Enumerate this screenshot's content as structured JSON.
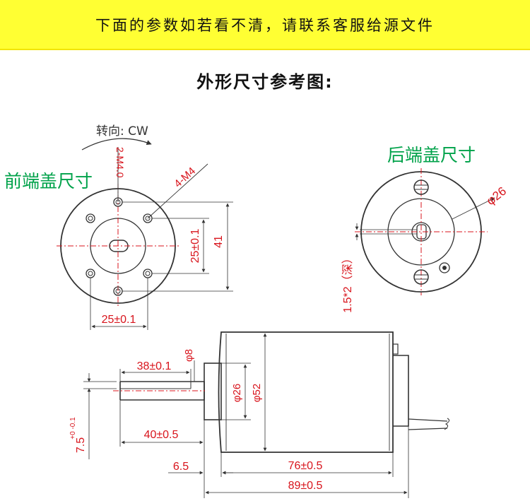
{
  "banner": {
    "text": "下面的参数如若看不清，请联系客服给源文件"
  },
  "title": "外形尺寸参考图:",
  "front": {
    "rotation": "转向: CW",
    "title": "前端盖尺寸",
    "hole_a": "2-M4.0",
    "hole_b": "4-M4",
    "dim_v_inner": "25±0.1",
    "dim_v_outer": "41",
    "dim_h": "25±0.1"
  },
  "rear": {
    "title": "后端盖尺寸",
    "dia": "φ26",
    "depth": "1.5*2（深）"
  },
  "side": {
    "shaft_len": "38±0.1",
    "shaft_dia": "φ8",
    "boss_dia": "φ26",
    "body_dia": "φ52",
    "flat": "7.5",
    "flat_tol": "+0 -0.1",
    "shaft_total": "40±0.5",
    "boss_len": "6.5",
    "body_len": "76±0.5",
    "total_len": "89±0.5"
  },
  "colors": {
    "banner": "#ffff33",
    "dimension": "#d8141c",
    "label": "#00a24a",
    "line": "#333333"
  }
}
